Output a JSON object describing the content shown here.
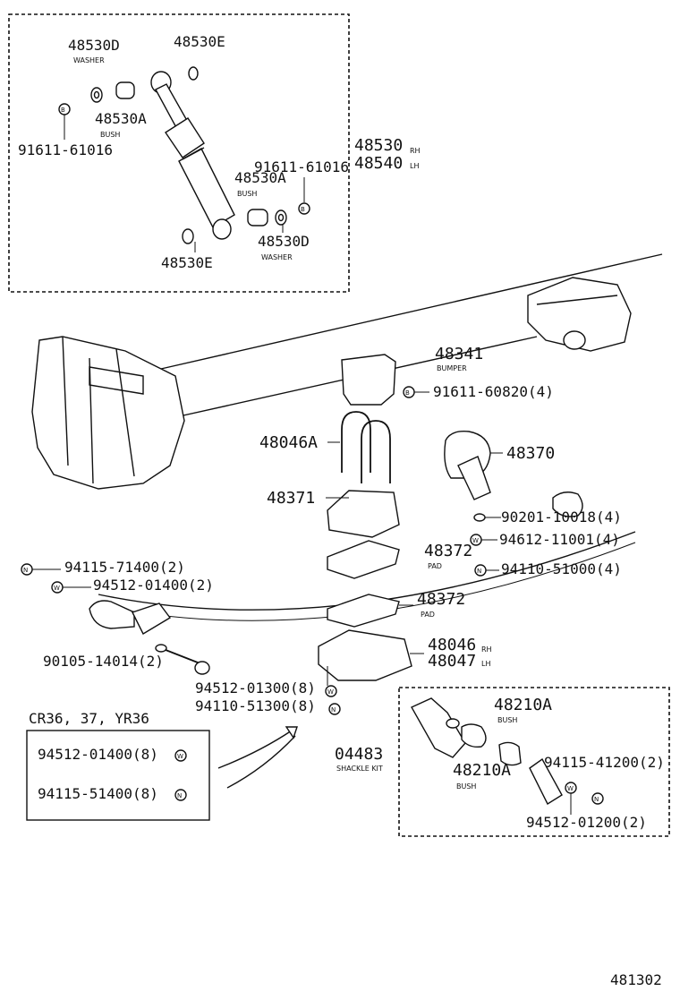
{
  "figure_number": "481302",
  "shock_box": {
    "p1": "48530D",
    "p1_sub": "WASHER",
    "p2": "48530E",
    "p3": "48530A",
    "p3_sub": "BUSH",
    "p4": "91611-61016",
    "p5": "48530",
    "p5_sub": "RH",
    "p6": "48540",
    "p6_sub": "LH",
    "p7": "91611-61016",
    "p8": "48530A",
    "p8_sub": "BUSH",
    "p9": "48530D",
    "p9_sub": "WASHER",
    "p10": "48530E"
  },
  "center": {
    "bumper": "48341",
    "bumper_sub": "BUMPER",
    "bolt_bumper": "91611-60820(4)",
    "ubolt": "48046A",
    "mount": "48370",
    "seat": "48371",
    "nut1": "90201-10018(4)",
    "washer1": "94612-11001(4)",
    "pad1": "48372",
    "pad1_sub": "PAD",
    "nut2": "94110-51000(4)",
    "pad2": "48372",
    "pad2_sub": "PAD",
    "plate_rh": "48046",
    "plate_rh_sub": "RH",
    "plate_lh": "48047",
    "plate_lh_sub": "LH"
  },
  "left": {
    "nut_a": "94115-71400(2)",
    "washer_a": "94512-01400(2)",
    "bolt_a": "90105-14014(2)",
    "washer_b": "94512-01300(8)",
    "nut_b": "94110-51300(8)"
  },
  "variant_box": {
    "title": "CR36, 37, YR36",
    "row1": "94512-01400(8)",
    "row2": "94115-51400(8)"
  },
  "shackle_box": {
    "kit": "04483",
    "kit_sub": "SHACKLE KIT",
    "bush_top": "48210A",
    "bush_top_sub": "BUSH",
    "bush_bot": "48210A",
    "bush_bot_sub": "BUSH",
    "nut": "94115-41200(2)",
    "washer": "94512-01200(2)"
  }
}
